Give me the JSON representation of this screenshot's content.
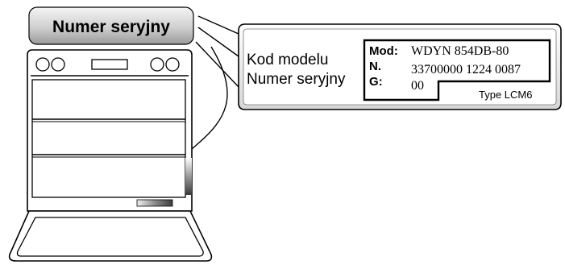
{
  "header": {
    "label": "Numer seryjny"
  },
  "callout": {
    "model_code_label": "Kod modelu",
    "serial_number_label": "Numer seryjny"
  },
  "rating_plate": {
    "mod_label": "Mod:",
    "mod_value": "WDYN 854DB-80",
    "n_label": "N.",
    "n_value": "33700000 1224 0087",
    "g_label": "G:",
    "g_value": "00",
    "type_text": "Type LCM6"
  },
  "colors": {
    "header_fill_top": "#f2f2f2",
    "header_fill_bottom": "#a9a9a9",
    "outline": "#000000",
    "background": "#ffffff"
  }
}
